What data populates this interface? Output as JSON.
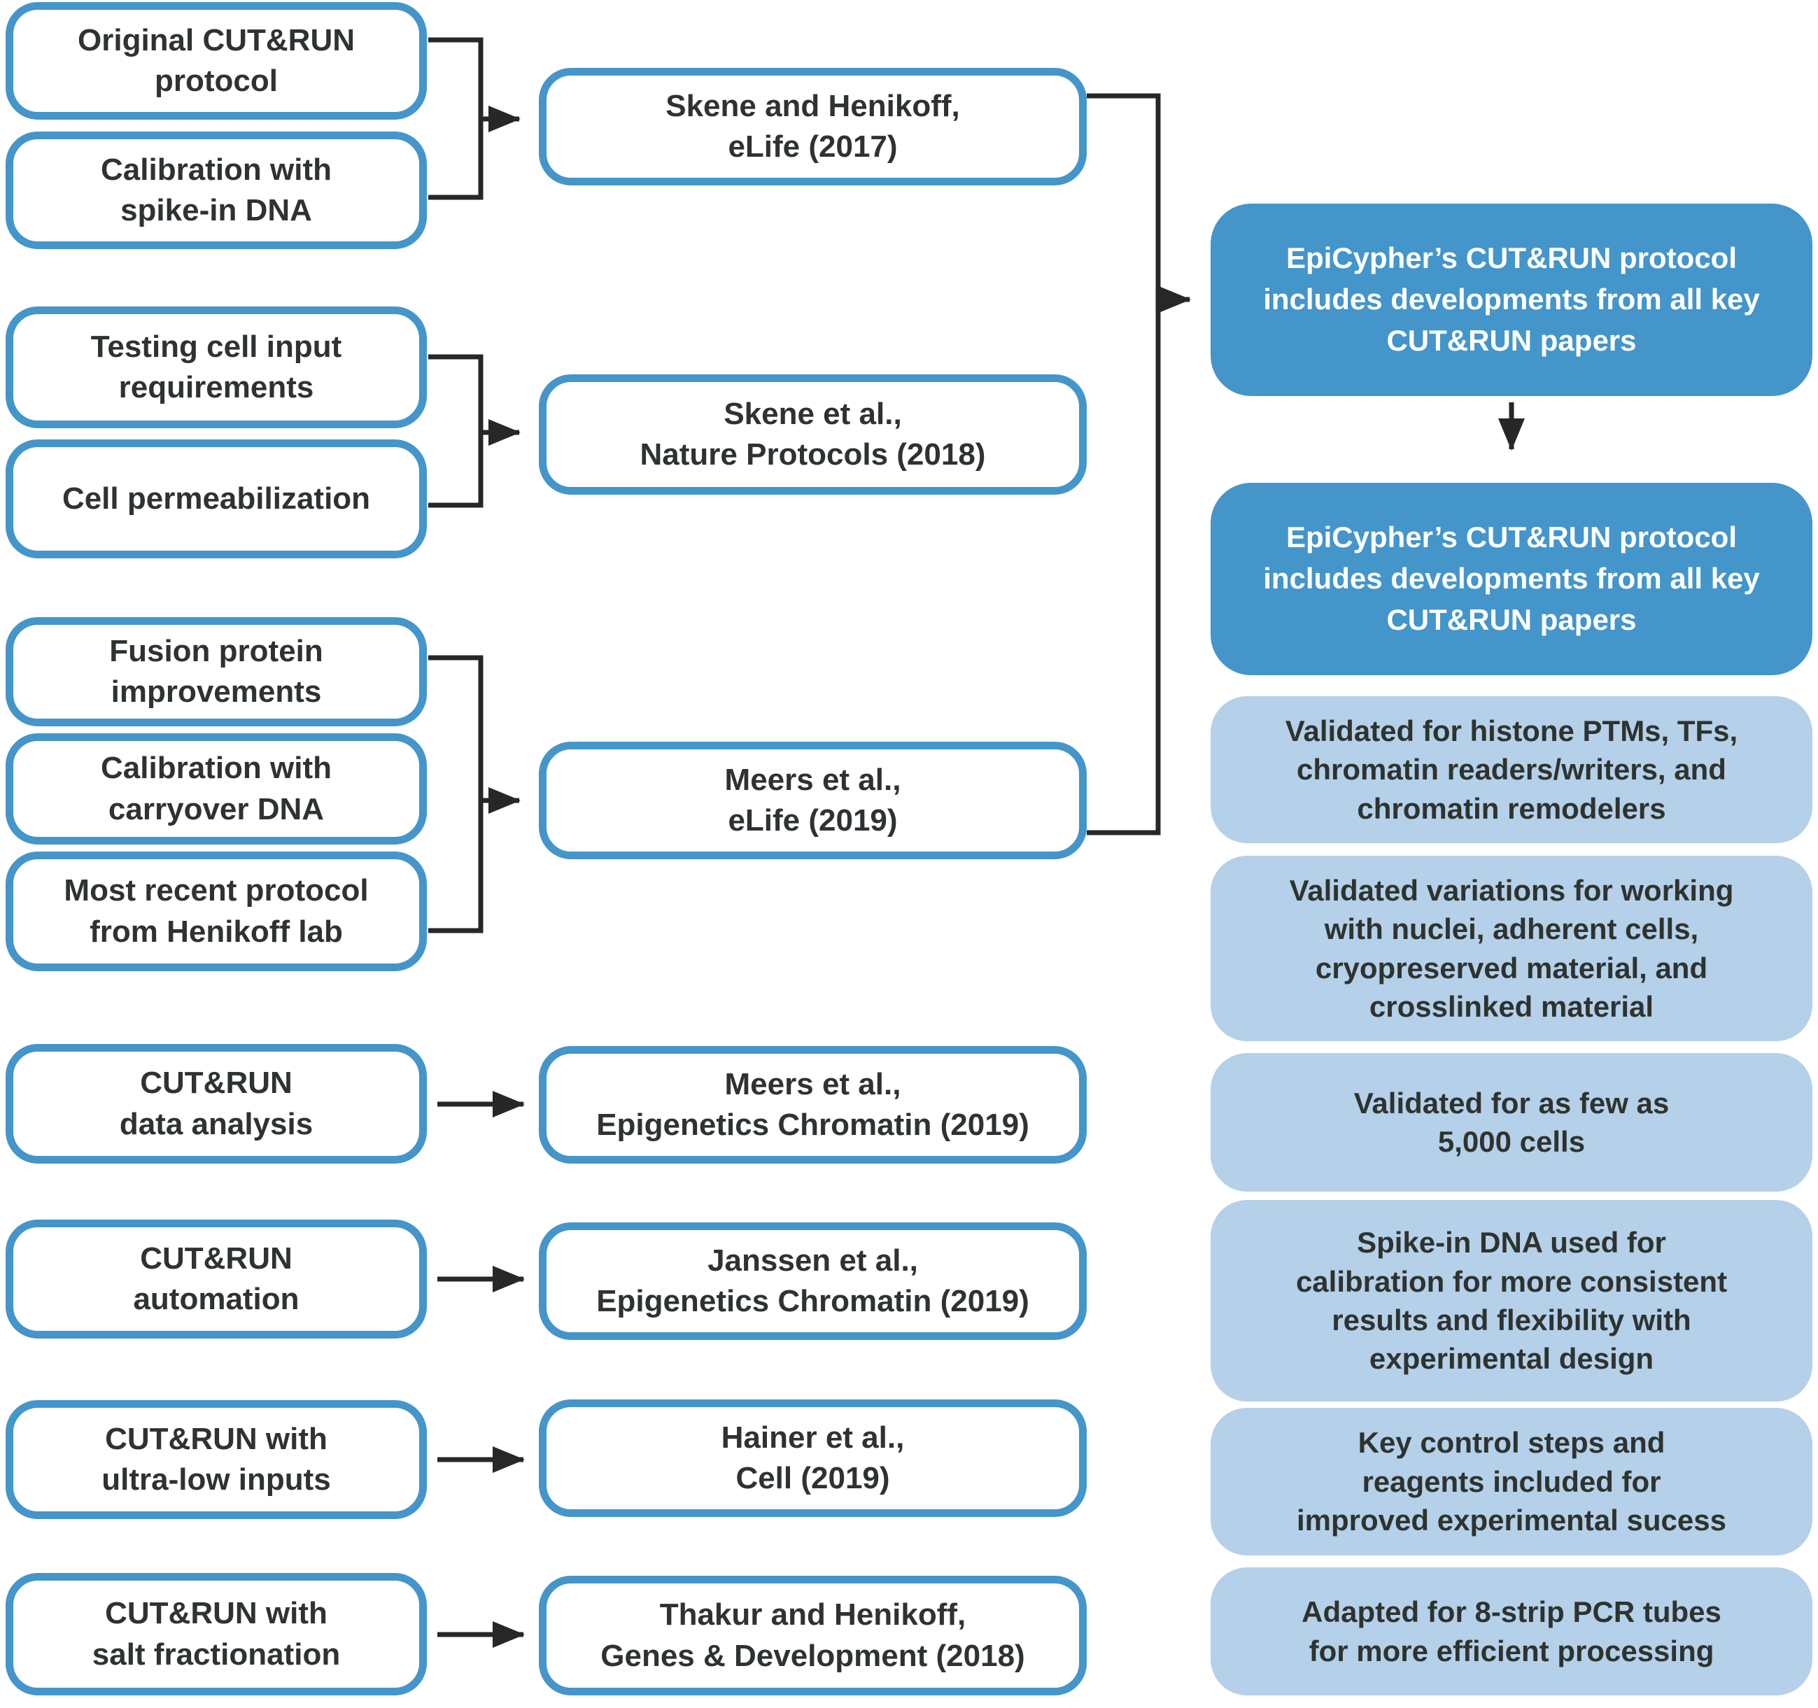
{
  "colors": {
    "accent_blue": "#4495ca",
    "light_blue": "#b5d0e9",
    "text_dark": "#2e332f",
    "line_dark": "#272727",
    "background": "#ffffff"
  },
  "feature_boxes": [
    {
      "label": "Original CUT&RUN\nprotocol"
    },
    {
      "label": "Calibration with\nspike-in DNA"
    },
    {
      "label": "Testing cell input\nrequirements"
    },
    {
      "label": "Cell permeabilization"
    },
    {
      "label": "Fusion protein\nimprovements"
    },
    {
      "label": "Calibration with\ncarryover DNA"
    },
    {
      "label": "Most recent protocol\nfrom Henikoff lab"
    },
    {
      "label": "CUT&RUN\ndata analysis"
    },
    {
      "label": "CUT&RUN\nautomation"
    },
    {
      "label": "CUT&RUN with\nultra-low inputs"
    },
    {
      "label": "CUT&RUN with\nsalt fractionation"
    }
  ],
  "citation_boxes": [
    {
      "label": "Skene and Henikoff,\neLife (2017)"
    },
    {
      "label": "Skene et al.,\nNature Protocols (2018)"
    },
    {
      "label": "Meers et al.,\neLife (2019)"
    },
    {
      "label": "Meers et al.,\nEpigenetics Chromatin (2019)"
    },
    {
      "label": "Janssen et al.,\nEpigenetics Chromatin (2019)"
    },
    {
      "label": "Hainer et al.,\nCell (2019)"
    },
    {
      "label": "Thakur and Henikoff,\nGenes & Development (2018)"
    }
  ],
  "summary_boxes": {
    "dark": [
      {
        "label": "EpiCypher’s CUT&RUN protocol\nincludes developments from all key\nCUT&RUN papers"
      },
      {
        "label": "EpiCypher’s CUT&RUN protocol\nincludes developments from all key\nCUT&RUN papers"
      }
    ],
    "light": [
      {
        "label": "Validated for histone PTMs, TFs,\nchromatin readers/writers, and\nchromatin remodelers"
      },
      {
        "label": "Validated variations for working\nwith nuclei, adherent cells,\ncryopreserved material, and\ncrosslinked material"
      },
      {
        "label": "Validated for as few as\n5,000 cells"
      },
      {
        "label": "Spike-in DNA used for\ncalibration for more consistent\nresults and flexibility with\nexperimental design"
      },
      {
        "label": "Key control steps and\nreagents included for\nimproved experimental sucess"
      },
      {
        "label": "Adapted for 8-strip PCR tubes\nfor more efficient processing"
      }
    ]
  }
}
